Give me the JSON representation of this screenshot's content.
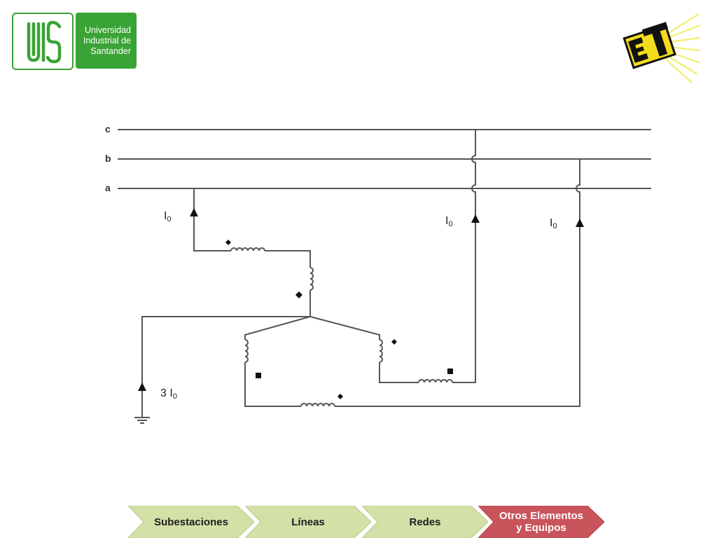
{
  "header": {
    "university_logo": {
      "monogram": "UIS",
      "name_lines": [
        "Universidad",
        "Industrial de",
        "Santander"
      ]
    },
    "brand_logo": {
      "monogram": "ET"
    }
  },
  "diagram": {
    "phase_labels": [
      "c",
      "b",
      "a"
    ],
    "current_label": "I",
    "current_subscript": "0",
    "ground_current_coefficient": "3",
    "colors": {
      "wire": "#555555",
      "marker": "#111111"
    }
  },
  "nav": {
    "items": [
      {
        "label": "Subestaciones",
        "color": "#d3e0a8"
      },
      {
        "label": "Líneas",
        "color": "#d3e0a8"
      },
      {
        "label": "Redes",
        "color": "#d3e0a8"
      },
      {
        "label": "Otros Elementos y Equipos",
        "color": "#c9545b"
      }
    ]
  }
}
